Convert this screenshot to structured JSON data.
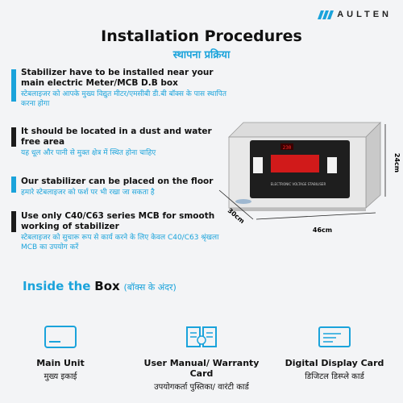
{
  "brand": {
    "name": "AULTEN"
  },
  "header": {
    "title": "Installation Procedures",
    "subtitle": "स्थापना प्रक्रिया"
  },
  "points": [
    {
      "en": "Stabilizer have to be installed near your main electric Meter/MCB D.B box",
      "hi": "स्टेबलाइजर को आपके मुख्य विद्युत मीटर/एमसीबी डी.बी बॉक्स के पास स्थापित करना होगा"
    },
    {
      "en": "It should be located in a dust and water free area",
      "hi": "यह धूल और पानी से मुक्त क्षेत्र में स्थित होना चाहिए"
    },
    {
      "en": "Our stabilizer can be placed on the floor",
      "hi": "हमारे स्टेबलाइजर को फर्श पर भी रखा जा सकता है"
    },
    {
      "en": "Use only C40/C63 series MCB for smooth working of stabilizer",
      "hi": "स्टेबलाइजर को सुचारू रूप से कार्य करने के लिए केवल C40/C63 श्रृंखला MCB का उपयोग करें"
    }
  ],
  "product": {
    "panel_text": "ELECTRONIC VOLTAGE STABILISER",
    "dim_height": "24cm",
    "dim_depth": "30cm",
    "dim_width": "46cm"
  },
  "inside": {
    "label_a": "Inside the",
    "label_b": "Box",
    "label_hi": "(बॉक्स के अंदर)"
  },
  "items": [
    {
      "en": "Main Unit",
      "hi": "मुख्य इकाई",
      "icon": "device-icon"
    },
    {
      "en": "User Manual/ Warranty Card",
      "hi": "उपयोगकर्ता पुस्तिका/ वारंटी कार्ड",
      "icon": "manual-icon"
    },
    {
      "en": "Digital Display Card",
      "hi": "डिजिटल डिस्प्ले कार्ड",
      "icon": "card-icon"
    }
  ],
  "colors": {
    "accent": "#1aa3db",
    "dark": "#1b1b1b"
  }
}
